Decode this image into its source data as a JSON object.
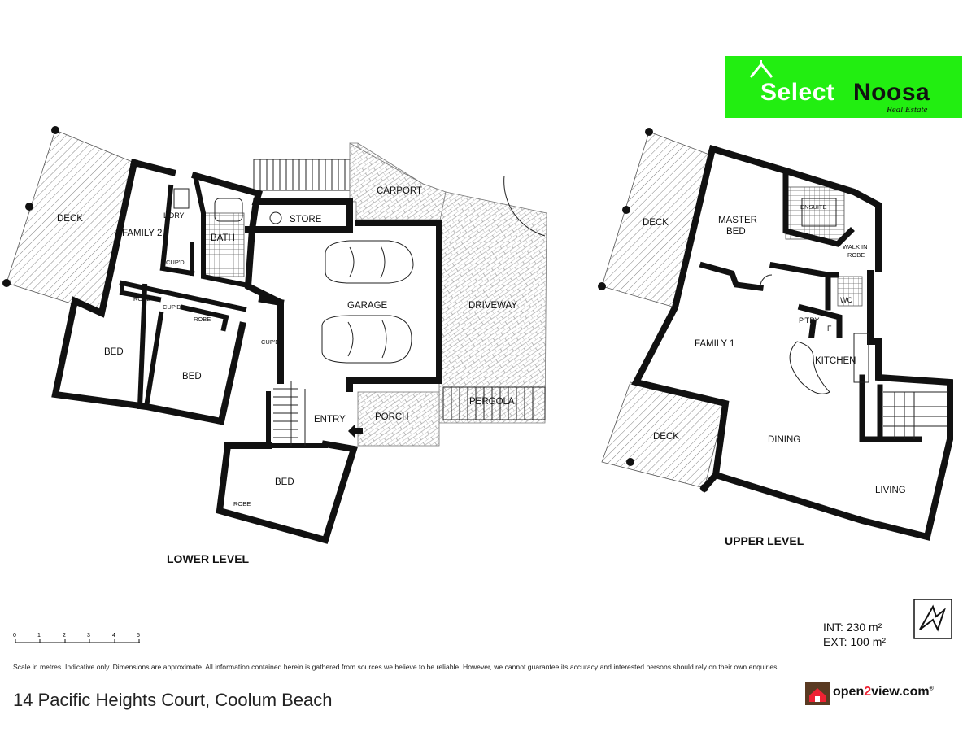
{
  "logo": {
    "word1": "Select",
    "word2": "Noosa",
    "sub": "Real Estate",
    "color": "#22ee11"
  },
  "lower": {
    "title": "LOWER LEVEL",
    "rooms": {
      "deck": "DECK",
      "family2": "FAMILY 2",
      "ldry": "L'DRY",
      "bath": "BATH",
      "store": "STORE",
      "carport": "CARPORT",
      "garage": "GARAGE",
      "driveway": "DRIVEWAY",
      "cupd1": "CUP'D",
      "cupd2": "CUP'D",
      "cupd3": "CUP'D",
      "robe1": "ROBE",
      "robe2": "ROBE",
      "robe3": "ROBE",
      "bed1": "BED",
      "bed2": "BED",
      "bed3": "BED",
      "entry": "ENTRY",
      "porch": "PORCH",
      "pergola": "PERGOLA"
    }
  },
  "upper": {
    "title": "UPPER LEVEL",
    "rooms": {
      "deck1": "DECK",
      "master": "MASTER",
      "masterbed": "BED",
      "ensuite": "ENSUITE",
      "walkin": "WALK IN",
      "robe": "ROBE",
      "wc": "WC",
      "ptry": "P'TRY",
      "fridge": "F",
      "family1": "FAMILY 1",
      "kitchen": "KITCHEN",
      "deck2": "DECK",
      "dining": "DINING",
      "living": "LIVING"
    }
  },
  "areas": {
    "int": "INT: 230 m²",
    "ext": "EXT: 100 m²"
  },
  "scale": {
    "ticks": [
      "0",
      "1",
      "2",
      "3",
      "4",
      "5"
    ]
  },
  "disclaimer": "Scale in metres. Indicative only. Dimensions are approximate. All information contained herein is gathered from sources we believe to be reliable. However, we cannot guarantee its accuracy and interested persons should rely on their own enquiries.",
  "address": "14 Pacific Heights Court, Coolum Beach",
  "brand": {
    "open2view_a": "open",
    "open2view_b": "2",
    "open2view_c": "view.com",
    "reg": "®"
  }
}
